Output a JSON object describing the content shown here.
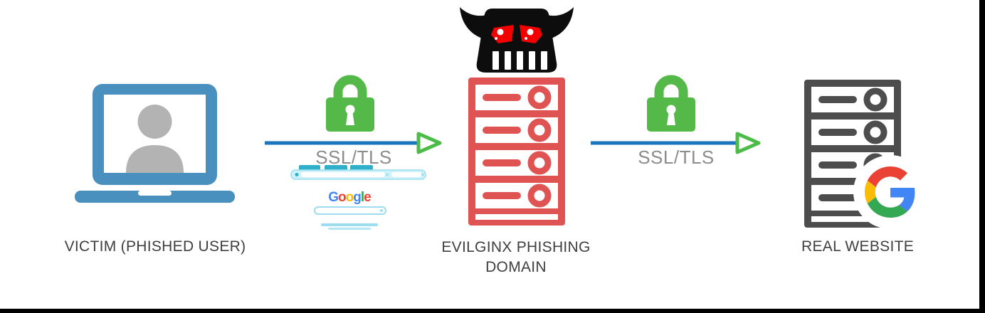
{
  "diagram_title": "",
  "nodes": {
    "victim": {
      "label": "VICTIM (PHISHED USER)",
      "icon": "laptop-user-icon"
    },
    "evilginx": {
      "label": "EVILGINX PHISHING DOMAIN",
      "label_lines": [
        "EVILGINX PHISHING",
        "DOMAIN"
      ],
      "icon": "devil-server-icon"
    },
    "real_website": {
      "label": "REAL WEBSITE",
      "icon": "server-google-icon"
    }
  },
  "connections": [
    {
      "from": "victim",
      "to": "evilginx",
      "label": "SSL/TLS",
      "icon": "padlock-icon",
      "arrow": "right"
    },
    {
      "from": "evilginx",
      "to": "real_website",
      "label": "SSL/TLS",
      "icon": "padlock-icon",
      "arrow": "right"
    }
  ],
  "mini_browser": {
    "description": "spoofed-google-page-mockup",
    "logo_letters": [
      {
        "ch": "G",
        "color": "#4285F4"
      },
      {
        "ch": "o",
        "color": "#EA4335"
      },
      {
        "ch": "o",
        "color": "#FBBC05"
      },
      {
        "ch": "g",
        "color": "#4285F4"
      },
      {
        "ch": "l",
        "color": "#34A853"
      },
      {
        "ch": "e",
        "color": "#EA4335"
      }
    ]
  },
  "colors": {
    "laptop_blue": "#4A90BE",
    "person_gray": "#B3B3B3",
    "lock_green": "#54B948",
    "arrow_line_blue": "#1B75BC",
    "arrowhead_green": "#4CBB48",
    "evil_server_red": "#DF5452",
    "real_server_gray": "#4D4D4D",
    "devil_black": "#0D0D0D",
    "devil_eye_red": "#F40000",
    "label_text": "#3F3F3F",
    "ssl_text": "#8C8C8C",
    "browser_teal": "#2FB0C8",
    "browser_teal_light": "#9ADEF0",
    "google_blue": "#4285F4",
    "google_red": "#EA4335",
    "google_yellow": "#FBBC05",
    "google_green": "#34A853",
    "border_bar": "#000000"
  }
}
